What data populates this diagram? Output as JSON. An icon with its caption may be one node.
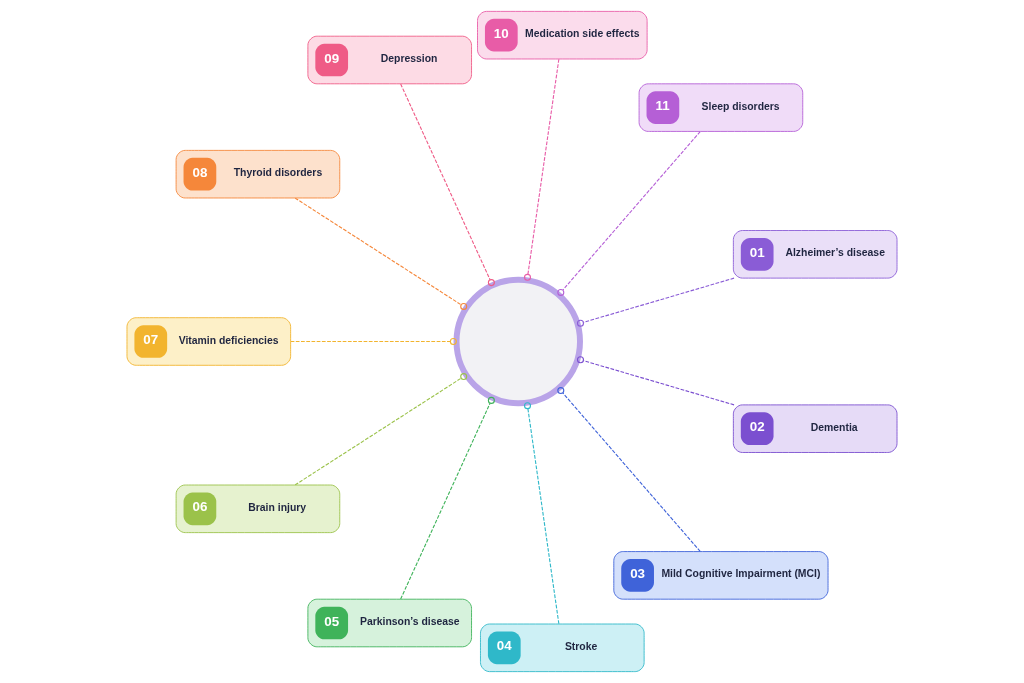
{
  "diagram": {
    "nodes": [
      {
        "text": [],
        "shape": "circle"
      },
      {
        "text": [
          "01",
          "Alzheimer’s disease"
        ]
      },
      {
        "text": [
          "11",
          "Sleep disorders"
        ]
      },
      {
        "text": [
          "10",
          "Medication side effects"
        ]
      },
      {
        "text": [
          "09",
          "Depression"
        ]
      },
      {
        "text": [
          "08",
          "Thyroid disorders"
        ]
      },
      {
        "text": [
          "07",
          "Vitamin deficiencies"
        ]
      },
      {
        "text": [
          "06",
          "Brain injury"
        ]
      },
      {
        "text": [
          "05",
          "Parkinson’s disease"
        ]
      },
      {
        "text": [
          "04",
          "Stroke"
        ]
      },
      {
        "text": [
          "03",
          "Mild Cognitive Impairment (MCI)"
        ]
      },
      {
        "text": [
          "02",
          "Dementia"
        ]
      }
    ],
    "edges": [
      {
        "from": 1,
        "to": 0,
        "arrow": "other",
        "style": "dashed",
        "color": "#8a5cd6"
      },
      {
        "from": 2,
        "to": 0,
        "arrow": "other",
        "style": "dashed",
        "color": "#b55fd6"
      },
      {
        "from": 3,
        "to": 0,
        "arrow": "other",
        "style": "dashed",
        "color": "#e85ca7"
      },
      {
        "from": 4,
        "to": 0,
        "arrow": "other",
        "style": "dashed",
        "color": "#ef5b86"
      },
      {
        "from": 5,
        "to": 0,
        "arrow": "other",
        "style": "dashed",
        "color": "#f5873a"
      },
      {
        "from": 6,
        "to": 0,
        "arrow": "other",
        "style": "dashed",
        "color": "#f2b42e"
      },
      {
        "from": 7,
        "to": 0,
        "arrow": "other",
        "style": "dashed",
        "color": "#9bc24a"
      },
      {
        "from": 8,
        "to": 0,
        "arrow": "other",
        "style": "dashed",
        "color": "#3fb35a"
      },
      {
        "from": 9,
        "to": 0,
        "arrow": "other",
        "style": "dashed",
        "color": "#2fb8c9"
      },
      {
        "from": 10,
        "to": 0,
        "arrow": "other",
        "style": "dashed",
        "color": "#3f63d9"
      },
      {
        "from": 11,
        "to": 0,
        "arrow": "other",
        "style": "dashed",
        "color": "#7b4fd0"
      }
    ]
  }
}
